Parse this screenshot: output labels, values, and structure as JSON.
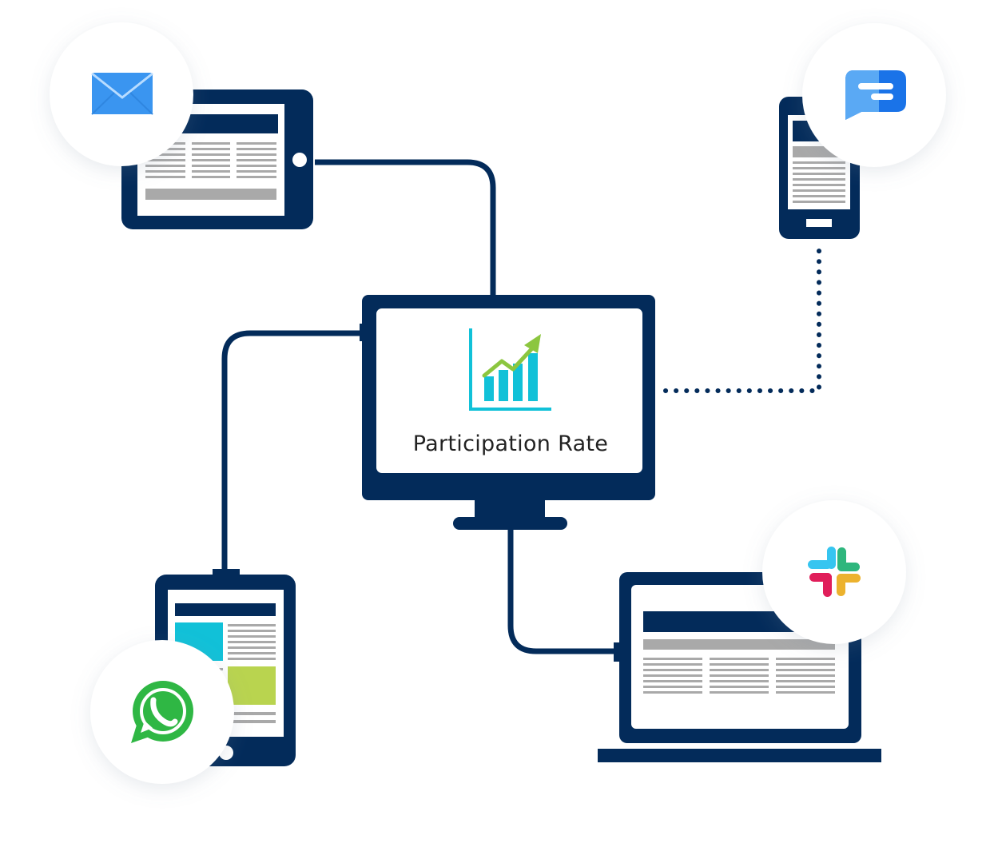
{
  "monitor": {
    "label": "Participation Rate",
    "chart_icon": "rising-bar-chart-icon"
  },
  "channels": [
    {
      "name": "email",
      "icon": "envelope-icon"
    },
    {
      "name": "sms",
      "icon": "chat-bubble-icon"
    },
    {
      "name": "whatsapp",
      "icon": "whatsapp-icon"
    },
    {
      "name": "slack",
      "icon": "slack-icon"
    }
  ],
  "colors": {
    "navy": "#032b5a",
    "cyan": "#11c1d8",
    "green": "#8cc63f",
    "lime": "#b9d44f",
    "placeholder_gray": "#a9a9a9",
    "email_blue": "#3a95f0",
    "sms_blue": "#1a73e8",
    "whatsapp_green": "#2fb744",
    "slack_blue": "#36c5f0",
    "slack_green": "#2eb67d",
    "slack_yellow": "#ecb22e",
    "slack_red": "#e01e5a"
  }
}
